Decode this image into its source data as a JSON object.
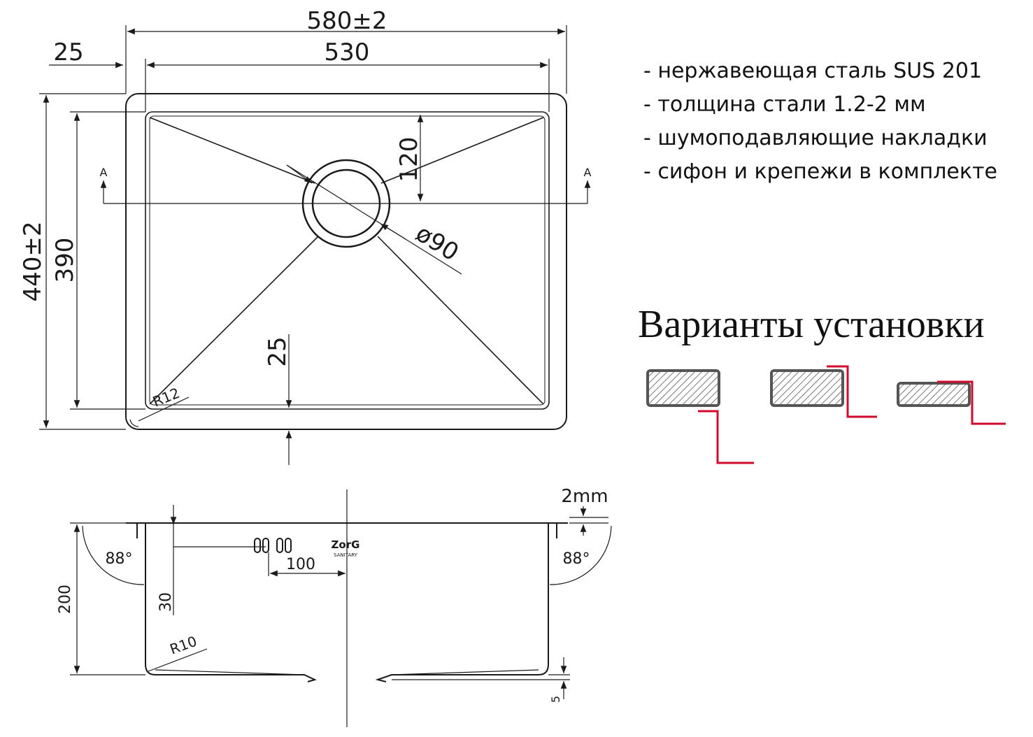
{
  "plan_view": {
    "overall_width": "580±2",
    "inner_width": "530",
    "flange": "25",
    "overall_depth": "440±2",
    "inner_depth": "390",
    "drain_offset": "120",
    "drain_diameter": "ø90",
    "front_offset": "25",
    "corner_radius": "R12",
    "section_mark": "A"
  },
  "side_view": {
    "sheet": "2mm",
    "angle": "88°",
    "height": "200",
    "overflow_height": "30",
    "overflow_offset": "100",
    "inner_radius": "R10",
    "bottom_offset": "5",
    "brand": "ZorG",
    "brand_sub": "SANITARY"
  },
  "specs": [
    "- нержавеющая сталь SUS 201",
    "- толщина стали 1.2-2 мм",
    "- шумоподавляющие накладки",
    "- сифон и крепежи в комплекте"
  ],
  "variants_title": "Варианты установки",
  "colors": {
    "line": "#1a1a1a",
    "mount": "#d10a2c",
    "hatch": "#555555"
  }
}
